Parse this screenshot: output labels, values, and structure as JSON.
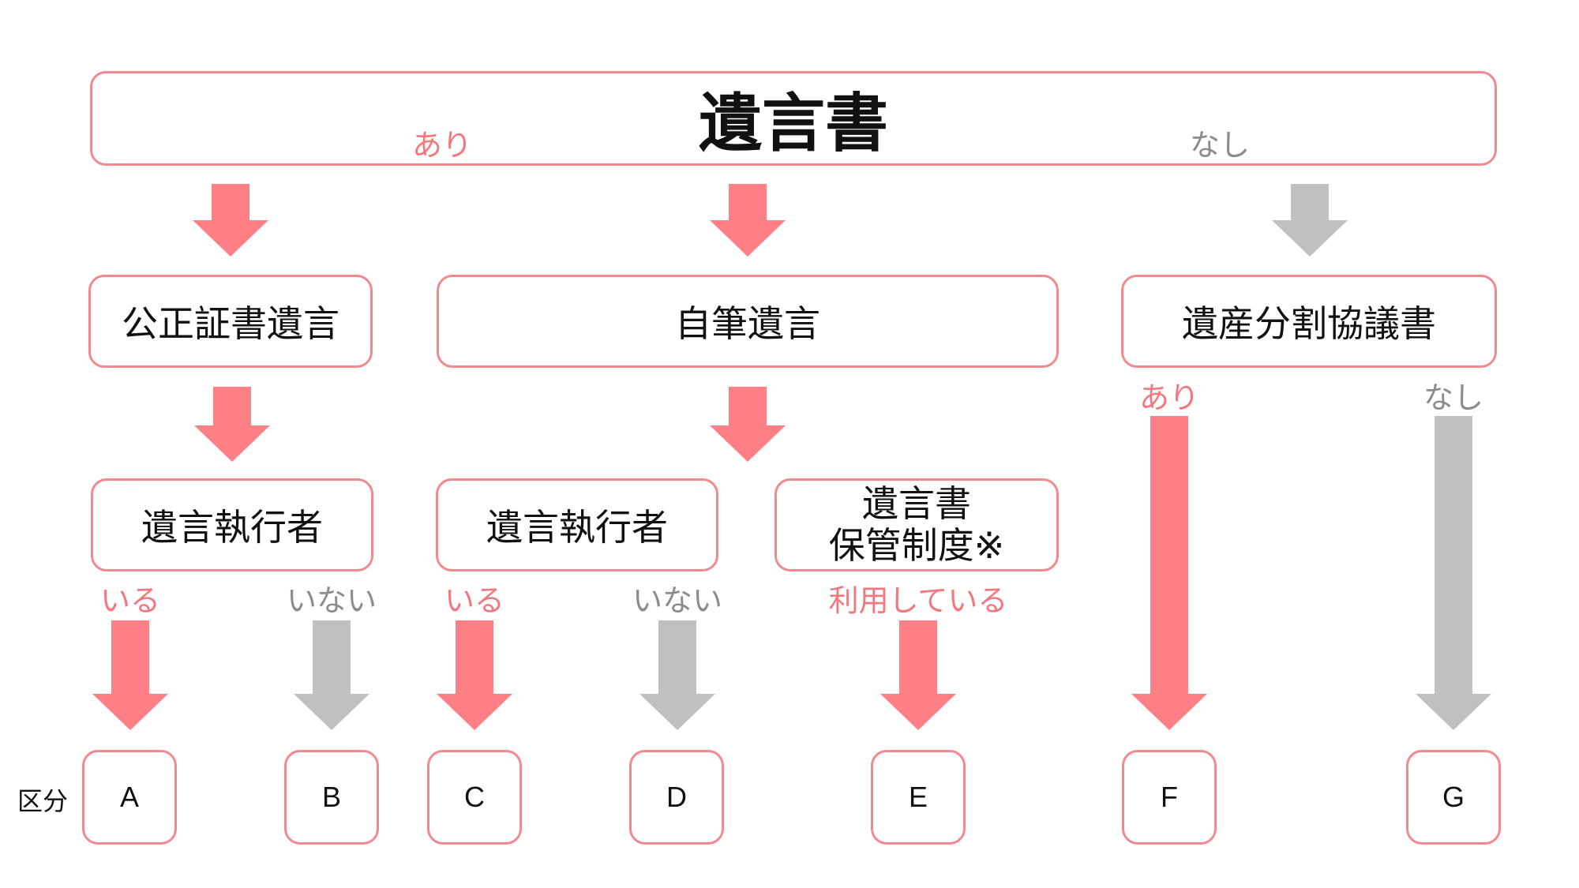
{
  "colors": {
    "yes": "#ff7f86",
    "no": "#c0c0c0",
    "border": "#f18a90"
  },
  "top": {
    "title": "遺言書",
    "yes_label": "あり",
    "no_label": "なし"
  },
  "level2": {
    "kosei": "公正証書遺言",
    "jihitsu": "自筆遺言",
    "kyogi": "遺産分割協議書"
  },
  "level3": {
    "executor_left": "遺言執行者",
    "executor_mid": "遺言執行者",
    "storage_line1": "遺言書",
    "storage_line2": "保管制度※"
  },
  "branch_labels": {
    "a_yes": "いる",
    "b_no": "いない",
    "c_yes": "いる",
    "d_no": "いない",
    "e_yes": "利用している",
    "f_yes": "あり",
    "g_no": "なし"
  },
  "category_label": "区分",
  "categories": [
    "A",
    "B",
    "C",
    "D",
    "E",
    "F",
    "G"
  ]
}
